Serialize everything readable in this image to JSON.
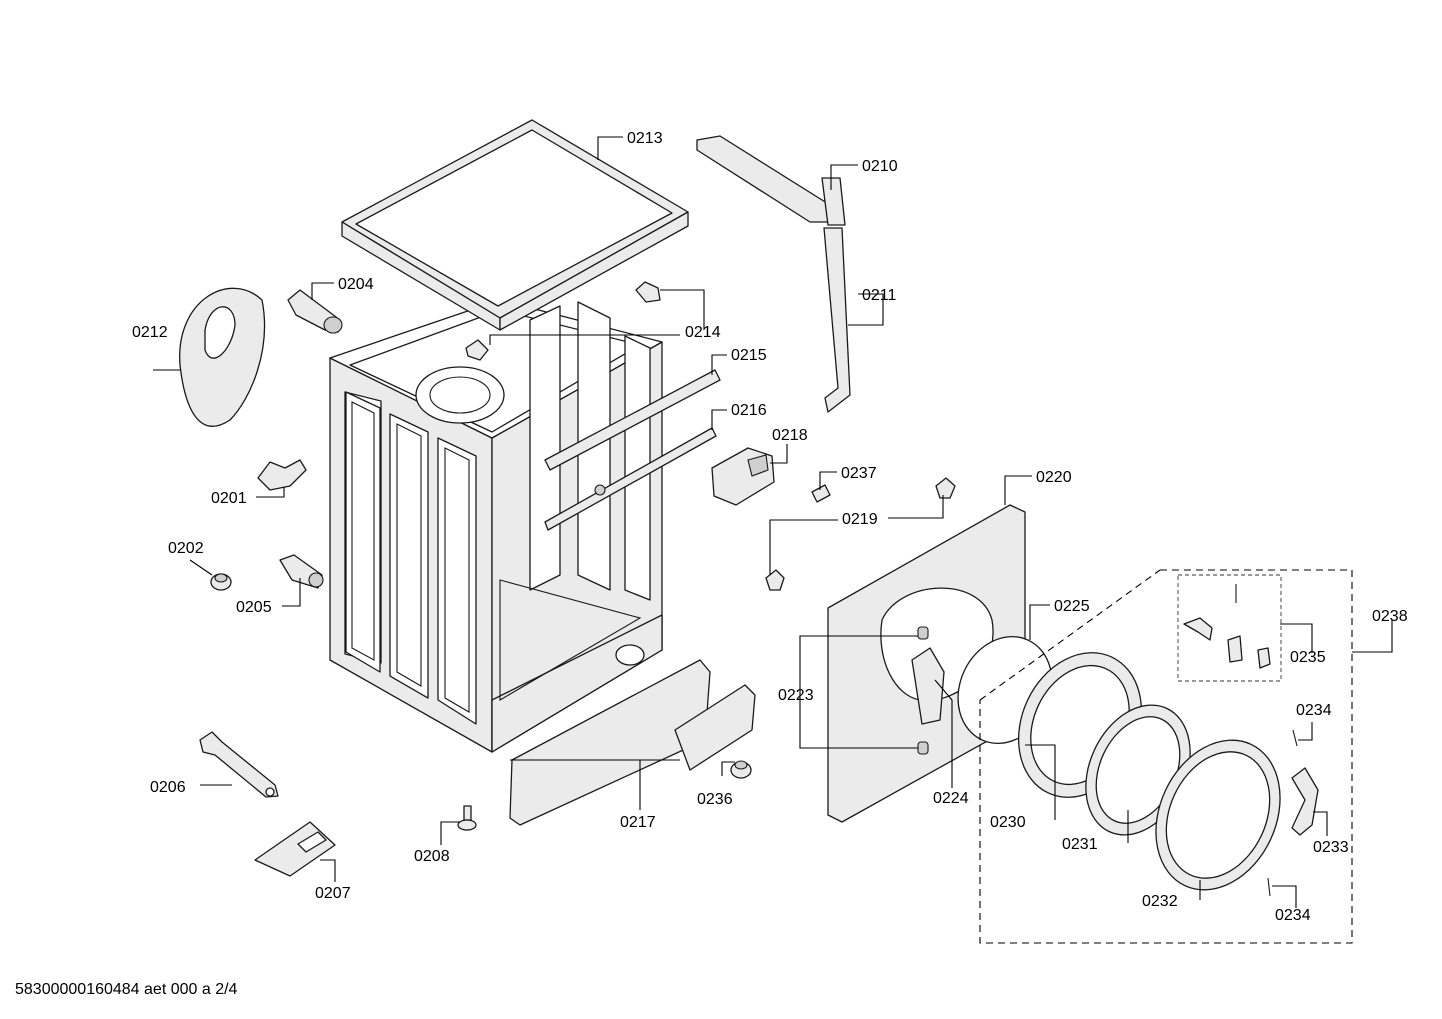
{
  "document_number": "58300000160484 aet 000 a 2/4",
  "part_labels": {
    "p0201": "0201",
    "p0202": "0202",
    "p0204": "0204",
    "p0205": "0205",
    "p0206": "0206",
    "p0207": "0207",
    "p0208": "0208",
    "p0210": "0210",
    "p0211": "0211",
    "p0212": "0212",
    "p0213": "0213",
    "p0214": "0214",
    "p0215": "0215",
    "p0216": "0216",
    "p0217": "0217",
    "p0218": "0218",
    "p0219": "0219",
    "p0220": "0220",
    "p0223": "0223",
    "p0224": "0224",
    "p0225": "0225",
    "p0230": "0230",
    "p0231": "0231",
    "p0232": "0232",
    "p0233": "0233",
    "p0234a": "0234",
    "p0234b": "0234",
    "p0235": "0235",
    "p0236": "0236",
    "p0237": "0237",
    "p0238": "0238"
  }
}
